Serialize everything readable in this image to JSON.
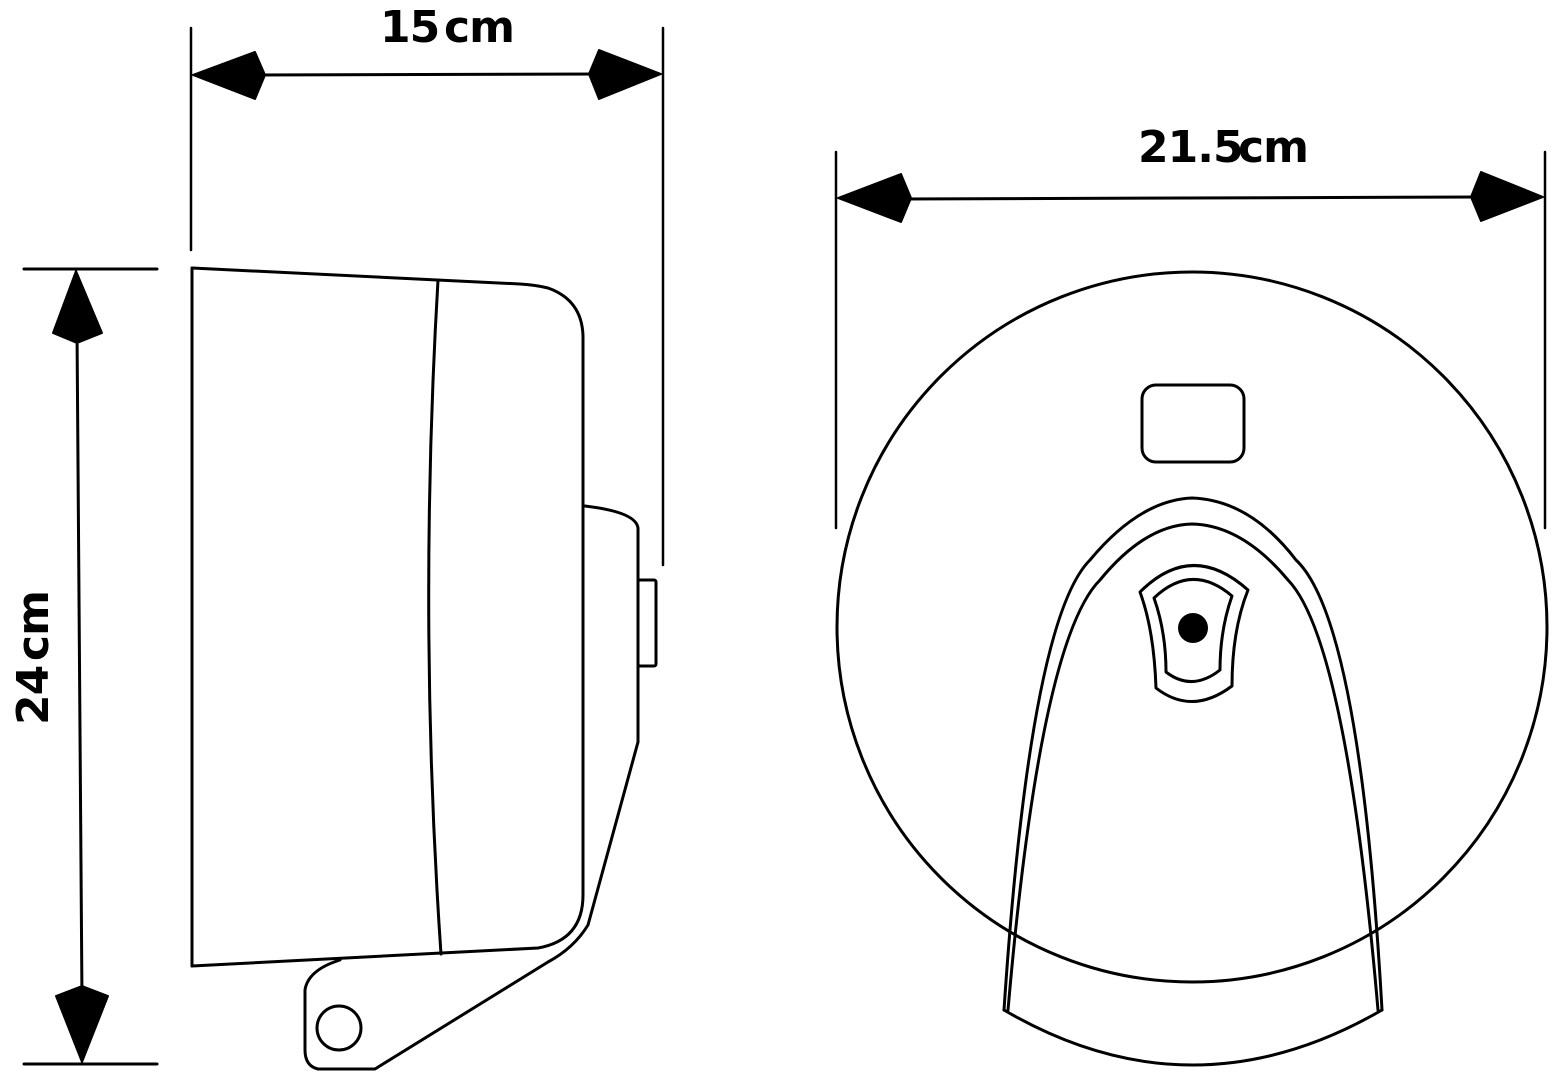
{
  "dimensions": {
    "width_label": "15",
    "width_unit": "cm",
    "height_label": "24",
    "height_unit": "cm",
    "diameter_label": "21.5",
    "diameter_unit": "cm"
  },
  "colors": {
    "line": "#000000",
    "background": "#ffffff"
  }
}
